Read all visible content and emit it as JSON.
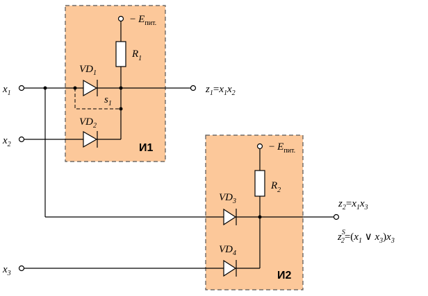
{
  "colors": {
    "block_fill": "#fcc89a",
    "block_border": "#555555",
    "wire": "#000000"
  },
  "block1": {
    "label": "И1"
  },
  "block2": {
    "label": "И2"
  },
  "supply1": {
    "E": "E",
    "sub": "пит.",
    "sign": "−"
  },
  "supply2": {
    "E": "E",
    "sub": "пит.",
    "sign": "−"
  },
  "resistors": [
    {
      "name": "R",
      "sub": "1"
    },
    {
      "name": "R",
      "sub": "2"
    }
  ],
  "diodes": [
    {
      "name": "VD",
      "sub": "1"
    },
    {
      "name": "VD",
      "sub": "2"
    },
    {
      "name": "VD",
      "sub": "3"
    },
    {
      "name": "VD",
      "sub": "4"
    }
  ],
  "switch": {
    "name": "s",
    "sub": "1"
  },
  "inputs": [
    {
      "name": "x",
      "sub": "1"
    },
    {
      "name": "x",
      "sub": "2"
    },
    {
      "name": "x",
      "sub": "3"
    }
  ],
  "outputs": {
    "z1": {
      "a": "z",
      "a_sub": "1",
      "eq": "=",
      "b": "x",
      "b_sub": "1",
      "c": "x",
      "c_sub": "2"
    },
    "z2": {
      "a": "z",
      "a_sub": "2",
      "eq": "=",
      "b": "x",
      "b_sub": "1",
      "c": "x",
      "c_sub": "3"
    },
    "z2s": {
      "a": "z",
      "a_sup": "S",
      "a_sub": "2",
      "expr_open": "=(",
      "b": "x",
      "b_sub": "1",
      "or": " ∨ ",
      "c": "x",
      "c_sub": "3",
      "expr_close": ")",
      "d": "x",
      "d_sub": "3"
    }
  }
}
